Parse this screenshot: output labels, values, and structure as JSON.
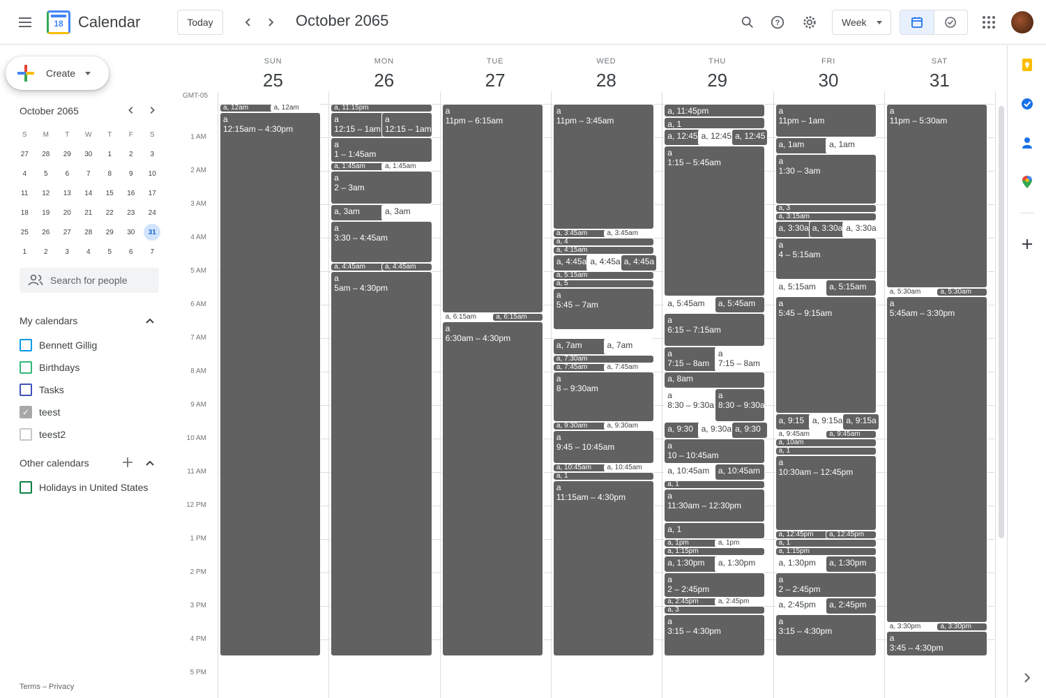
{
  "header": {
    "app_title": "Calendar",
    "logo_day": "18",
    "today_label": "Today",
    "period": "October 2065",
    "view": "Week"
  },
  "sidebar": {
    "create_label": "Create",
    "mini_month": "October 2065",
    "weekday_initials": [
      "S",
      "M",
      "T",
      "W",
      "T",
      "F",
      "S"
    ],
    "weeks": [
      [
        "27",
        "28",
        "29",
        "30",
        "1",
        "2",
        "3"
      ],
      [
        "4",
        "5",
        "6",
        "7",
        "8",
        "9",
        "10"
      ],
      [
        "11",
        "12",
        "13",
        "14",
        "15",
        "16",
        "17"
      ],
      [
        "18",
        "19",
        "20",
        "21",
        "22",
        "23",
        "24"
      ],
      [
        "25",
        "26",
        "27",
        "28",
        "29",
        "30",
        "31"
      ],
      [
        "1",
        "2",
        "3",
        "4",
        "5",
        "6",
        "7"
      ]
    ],
    "today_date": "31",
    "people_search_placeholder": "Search for people",
    "my_calendars_title": "My calendars",
    "my_calendars": [
      {
        "name": "Bennett Gillig",
        "color": "#039be5",
        "checked": false
      },
      {
        "name": "Birthdays",
        "color": "#33b679",
        "checked": false
      },
      {
        "name": "Tasks",
        "color": "#3f51b5",
        "checked": false
      },
      {
        "name": "teest",
        "color": "#a8a8a8",
        "checked": true
      },
      {
        "name": "teest2",
        "color": "#c8c8c8",
        "checked": false
      }
    ],
    "other_calendars_title": "Other calendars",
    "other_calendars": [
      {
        "name": "Holidays in United States",
        "color": "#0b8043",
        "checked": false
      }
    ],
    "footer": "Terms – Privacy"
  },
  "week": {
    "timezone": "GMT-05",
    "days": [
      {
        "name": "SUN",
        "num": "25"
      },
      {
        "name": "MON",
        "num": "26"
      },
      {
        "name": "TUE",
        "num": "27"
      },
      {
        "name": "WED",
        "num": "28"
      },
      {
        "name": "THU",
        "num": "29"
      },
      {
        "name": "FRI",
        "num": "30"
      },
      {
        "name": "SAT",
        "num": "31"
      }
    ],
    "hours": [
      "1 AM",
      "2 AM",
      "3 AM",
      "4 AM",
      "5 AM",
      "6 AM",
      "7 AM",
      "8 AM",
      "9 AM",
      "10 AM",
      "11 AM",
      "12 PM",
      "1 PM",
      "2 PM",
      "3 PM",
      "4 PM",
      "5 PM"
    ]
  },
  "events": [
    {
      "day": 0,
      "start": 0,
      "end": 0.25,
      "title": "a, 12am"
    },
    {
      "day": 0,
      "start": 0,
      "end": 0.25,
      "title": "a, 12am",
      "white": true,
      "half": 1
    },
    {
      "day": 0,
      "start": 0.25,
      "end": 16.5,
      "title": "a",
      "time": "12:15am – 4:30pm"
    },
    {
      "day": 1,
      "start": 0,
      "end": 0.25,
      "title": "a, 11:15pm"
    },
    {
      "day": 1,
      "start": 0.25,
      "end": 1,
      "title": "a",
      "time": "12:15 – 1am",
      "half": 0
    },
    {
      "day": 1,
      "start": 0.25,
      "end": 1,
      "title": "a",
      "time": "12:15 – 1am",
      "half": 1
    },
    {
      "day": 1,
      "start": 1,
      "end": 1.75,
      "title": "a",
      "time": "1 – 1:45am"
    },
    {
      "day": 1,
      "start": 1.75,
      "end": 2,
      "title": "a, 1:45am",
      "half": 0
    },
    {
      "day": 1,
      "start": 1.75,
      "end": 2,
      "title": "a, 1:45am",
      "white": true,
      "half": 1
    },
    {
      "day": 1,
      "start": 2,
      "end": 3,
      "title": "a",
      "time": "2 – 3am"
    },
    {
      "day": 1,
      "start": 3,
      "end": 3.5,
      "title": "a, 3am",
      "half": 0
    },
    {
      "day": 1,
      "start": 3,
      "end": 3.5,
      "title": "a, 3am",
      "white": true,
      "half": 1
    },
    {
      "day": 1,
      "start": 3.5,
      "end": 4.75,
      "title": "a",
      "time": "3:30 – 4:45am"
    },
    {
      "day": 1,
      "start": 4.75,
      "end": 5,
      "title": "a, 4:45am",
      "half": 0
    },
    {
      "day": 1,
      "start": 4.75,
      "end": 5,
      "title": "a, 4:45am",
      "half": 1
    },
    {
      "day": 1,
      "start": 5,
      "end": 16.5,
      "title": "a",
      "time": "5am – 4:30pm"
    },
    {
      "day": 2,
      "start": 0,
      "end": 6.25,
      "title": "a",
      "time": "11pm – 6:15am"
    },
    {
      "day": 2,
      "start": 6.25,
      "end": 6.5,
      "title": "a, 6:15am",
      "white": true,
      "half": 0
    },
    {
      "day": 2,
      "start": 6.25,
      "end": 6.5,
      "title": "a, 6:15am",
      "half": 1
    },
    {
      "day": 2,
      "start": 6.5,
      "end": 16.5,
      "title": "a",
      "time": "6:30am – 4:30pm"
    },
    {
      "day": 3,
      "start": 0,
      "end": 3.75,
      "title": "a",
      "time": "11pm – 3:45am"
    },
    {
      "day": 3,
      "start": 3.75,
      "end": 4,
      "title": "a, 3:45am",
      "half": 0
    },
    {
      "day": 3,
      "start": 3.75,
      "end": 4,
      "title": "a, 3:45am",
      "white": true,
      "half": 1
    },
    {
      "day": 3,
      "start": 4,
      "end": 4.25,
      "title": "a, 4"
    },
    {
      "day": 3,
      "start": 4.25,
      "end": 4.5,
      "title": "a, 4:15am"
    },
    {
      "day": 3,
      "start": 4.5,
      "end": 5,
      "title": "a, 4:45a",
      "third": 0
    },
    {
      "day": 3,
      "start": 4.5,
      "end": 5,
      "title": "a, 4:45a",
      "white": true,
      "third": 1
    },
    {
      "day": 3,
      "start": 4.5,
      "end": 5,
      "title": "a, 4:45a",
      "third": 2
    },
    {
      "day": 3,
      "start": 5,
      "end": 5.25,
      "title": "a, 5:15am"
    },
    {
      "day": 3,
      "start": 5.25,
      "end": 5.5,
      "title": "a, 5"
    },
    {
      "day": 3,
      "start": 5.5,
      "end": 6.75,
      "title": "a",
      "time": "5:45 – 7am"
    },
    {
      "day": 3,
      "start": 7,
      "end": 7.5,
      "title": "a, 7am",
      "half": 0
    },
    {
      "day": 3,
      "start": 7,
      "end": 7.5,
      "title": "a, 7am",
      "white": true,
      "half": 1
    },
    {
      "day": 3,
      "start": 7.5,
      "end": 7.75,
      "title": "a, 7:30am"
    },
    {
      "day": 3,
      "start": 7.75,
      "end": 8,
      "title": "a, 7:45am",
      "half": 0
    },
    {
      "day": 3,
      "start": 7.75,
      "end": 8,
      "title": "a, 7:45am",
      "white": true,
      "half": 1
    },
    {
      "day": 3,
      "start": 8,
      "end": 9.5,
      "title": "a",
      "time": "8 – 9:30am"
    },
    {
      "day": 3,
      "start": 9.5,
      "end": 9.75,
      "title": "a, 9:30am",
      "half": 0
    },
    {
      "day": 3,
      "start": 9.5,
      "end": 9.75,
      "title": "a, 9:30am",
      "white": true,
      "half": 1
    },
    {
      "day": 3,
      "start": 9.75,
      "end": 10.75,
      "title": "a",
      "time": "9:45 – 10:45am"
    },
    {
      "day": 3,
      "start": 10.75,
      "end": 11,
      "title": "a, 10:45am",
      "half": 0
    },
    {
      "day": 3,
      "start": 10.75,
      "end": 11,
      "title": "a, 10:45am",
      "white": true,
      "half": 1
    },
    {
      "day": 3,
      "start": 11,
      "end": 11.25,
      "title": "a, 1"
    },
    {
      "day": 3,
      "start": 11.25,
      "end": 16.5,
      "title": "a",
      "time": "11:15am – 4:30pm"
    },
    {
      "day": 4,
      "start": 0,
      "end": 0.4,
      "title": "a, 11:45pm"
    },
    {
      "day": 4,
      "start": 0.4,
      "end": 0.75,
      "title": "a, 1"
    },
    {
      "day": 4,
      "start": 0.75,
      "end": 1.25,
      "title": "a, 12:45",
      "third": 0
    },
    {
      "day": 4,
      "start": 0.75,
      "end": 1.25,
      "title": "a, 12:45",
      "white": true,
      "third": 1
    },
    {
      "day": 4,
      "start": 0.75,
      "end": 1.25,
      "title": "a, 12:45",
      "third": 2
    },
    {
      "day": 4,
      "start": 1.25,
      "end": 5.75,
      "title": "a",
      "time": "1:15 – 5:45am"
    },
    {
      "day": 4,
      "start": 5.75,
      "end": 6.25,
      "title": "a, 5:45am",
      "white": true,
      "half": 0
    },
    {
      "day": 4,
      "start": 5.75,
      "end": 6.25,
      "title": "a, 5:45am",
      "half": 1
    },
    {
      "day": 4,
      "start": 6.25,
      "end": 7.25,
      "title": "a",
      "time": "6:15 – 7:15am"
    },
    {
      "day": 4,
      "start": 7.25,
      "end": 8,
      "title": "a",
      "time": "7:15 – 8am",
      "half": 0
    },
    {
      "day": 4,
      "start": 7.25,
      "end": 8,
      "title": "a",
      "time": "7:15 – 8am",
      "white": true,
      "half": 1
    },
    {
      "day": 4,
      "start": 8,
      "end": 8.5,
      "title": "a, 8am"
    },
    {
      "day": 4,
      "start": 8.5,
      "end": 9.5,
      "title": "a",
      "time": "8:30 – 9:30a",
      "white": true,
      "half": 0
    },
    {
      "day": 4,
      "start": 8.5,
      "end": 9.5,
      "title": "a",
      "time": "8:30 – 9:30a",
      "half": 1
    },
    {
      "day": 4,
      "start": 9.5,
      "end": 10,
      "title": "a, 9:30",
      "third": 0
    },
    {
      "day": 4,
      "start": 9.5,
      "end": 10,
      "title": "a, 9:30a",
      "white": true,
      "third": 1
    },
    {
      "day": 4,
      "start": 9.5,
      "end": 10,
      "title": "a, 9:30",
      "third": 2
    },
    {
      "day": 4,
      "start": 10,
      "end": 10.75,
      "title": "a",
      "time": "10 – 10:45am"
    },
    {
      "day": 4,
      "start": 10.75,
      "end": 11.25,
      "title": "a, 10:45am",
      "white": true,
      "half": 0
    },
    {
      "day": 4,
      "start": 10.75,
      "end": 11.25,
      "title": "a, 10:45am",
      "half": 1
    },
    {
      "day": 4,
      "start": 11.25,
      "end": 11.5,
      "title": "a, 1"
    },
    {
      "day": 4,
      "start": 11.5,
      "end": 12.5,
      "title": "a",
      "time": "11:30am – 12:30pm"
    },
    {
      "day": 4,
      "start": 12.5,
      "end": 13,
      "title": "a, 1"
    },
    {
      "day": 4,
      "start": 13,
      "end": 13.25,
      "title": "a, 1pm",
      "half": 0
    },
    {
      "day": 4,
      "start": 13,
      "end": 13.25,
      "title": "a, 1pm",
      "white": true,
      "half": 1
    },
    {
      "day": 4,
      "start": 13.25,
      "end": 13.5,
      "title": "a, 1:15pm"
    },
    {
      "day": 4,
      "start": 13.5,
      "end": 14,
      "title": "a, 1:30pm",
      "half": 0
    },
    {
      "day": 4,
      "start": 13.5,
      "end": 14,
      "title": "a, 1:30pm",
      "white": true,
      "half": 1
    },
    {
      "day": 4,
      "start": 14,
      "end": 14.75,
      "title": "a",
      "time": "2 – 2:45pm"
    },
    {
      "day": 4,
      "start": 14.75,
      "end": 15,
      "title": "a, 2:45pm",
      "half": 0
    },
    {
      "day": 4,
      "start": 14.75,
      "end": 15,
      "title": "a, 2:45pm",
      "white": true,
      "half": 1
    },
    {
      "day": 4,
      "start": 15,
      "end": 15.25,
      "title": "a, 3"
    },
    {
      "day": 4,
      "start": 15.25,
      "end": 16.5,
      "title": "a",
      "time": "3:15 – 4:30pm"
    },
    {
      "day": 5,
      "start": 0,
      "end": 1,
      "title": "a",
      "time": "11pm – 1am"
    },
    {
      "day": 5,
      "start": 1,
      "end": 1.5,
      "title": "a, 1am",
      "half": 0
    },
    {
      "day": 5,
      "start": 1,
      "end": 1.5,
      "title": "a, 1am",
      "white": true,
      "half": 1
    },
    {
      "day": 5,
      "start": 1.5,
      "end": 3,
      "title": "a",
      "time": "1:30 – 3am"
    },
    {
      "day": 5,
      "start": 3,
      "end": 3.25,
      "title": "a, 3"
    },
    {
      "day": 5,
      "start": 3.25,
      "end": 3.5,
      "title": "a, 3:15am"
    },
    {
      "day": 5,
      "start": 3.5,
      "end": 4,
      "title": "a, 3:30a",
      "third": 0
    },
    {
      "day": 5,
      "start": 3.5,
      "end": 4,
      "title": "a, 3:30a",
      "third": 1
    },
    {
      "day": 5,
      "start": 3.5,
      "end": 4,
      "title": "a, 3:30a",
      "white": true,
      "third": 2
    },
    {
      "day": 5,
      "start": 4,
      "end": 5.25,
      "title": "a",
      "time": "4 – 5:15am"
    },
    {
      "day": 5,
      "start": 5.25,
      "end": 5.75,
      "title": "a, 5:15am",
      "white": true,
      "half": 0
    },
    {
      "day": 5,
      "start": 5.25,
      "end": 5.75,
      "title": "a, 5:15am",
      "half": 1
    },
    {
      "day": 5,
      "start": 5.75,
      "end": 9.25,
      "title": "a",
      "time": "5:45 – 9:15am"
    },
    {
      "day": 5,
      "start": 9.25,
      "end": 9.75,
      "title": "a, 9:15",
      "third": 0
    },
    {
      "day": 5,
      "start": 9.25,
      "end": 9.75,
      "title": "a, 9:15a",
      "white": true,
      "third": 1
    },
    {
      "day": 5,
      "start": 9.25,
      "end": 9.75,
      "title": "a, 9:15a",
      "third": 2
    },
    {
      "day": 5,
      "start": 9.75,
      "end": 10,
      "title": "a, 9:45am",
      "white": true,
      "half": 0
    },
    {
      "day": 5,
      "start": 9.75,
      "end": 10,
      "title": "a, 9:45am",
      "half": 1
    },
    {
      "day": 5,
      "start": 10,
      "end": 10.25,
      "title": "a, 10am"
    },
    {
      "day": 5,
      "start": 10.25,
      "end": 10.5,
      "title": "a, 1"
    },
    {
      "day": 5,
      "start": 10.5,
      "end": 12.75,
      "title": "a",
      "time": "10:30am – 12:45pm"
    },
    {
      "day": 5,
      "start": 12.75,
      "end": 13,
      "title": "a, 12:45pm",
      "half": 0
    },
    {
      "day": 5,
      "start": 12.75,
      "end": 13,
      "title": "a, 12:45pm",
      "half": 1
    },
    {
      "day": 5,
      "start": 13,
      "end": 13.25,
      "title": "a, 1"
    },
    {
      "day": 5,
      "start": 13.25,
      "end": 13.5,
      "title": "a, 1:15pm"
    },
    {
      "day": 5,
      "start": 13.5,
      "end": 14,
      "title": "a, 1:30pm",
      "white": true,
      "half": 0
    },
    {
      "day": 5,
      "start": 13.5,
      "end": 14,
      "title": "a, 1:30pm",
      "half": 1
    },
    {
      "day": 5,
      "start": 14,
      "end": 14.75,
      "title": "a",
      "time": "2 – 2:45pm"
    },
    {
      "day": 5,
      "start": 14.75,
      "end": 15.25,
      "title": "a, 2:45pm",
      "white": true,
      "half": 0
    },
    {
      "day": 5,
      "start": 14.75,
      "end": 15.25,
      "title": "a, 2:45pm",
      "half": 1
    },
    {
      "day": 5,
      "start": 15.25,
      "end": 16.5,
      "title": "a",
      "time": "3:15 – 4:30pm"
    },
    {
      "day": 6,
      "start": 0,
      "end": 5.5,
      "title": "a",
      "time": "11pm – 5:30am"
    },
    {
      "day": 6,
      "start": 5.5,
      "end": 5.75,
      "title": "a, 5:30am",
      "white": true,
      "half": 0
    },
    {
      "day": 6,
      "start": 5.5,
      "end": 5.75,
      "title": "a, 5:30am",
      "half": 1
    },
    {
      "day": 6,
      "start": 5.75,
      "end": 15.5,
      "title": "a",
      "time": "5:45am – 3:30pm"
    },
    {
      "day": 6,
      "start": 15.5,
      "end": 15.75,
      "title": "a, 3:30pm",
      "white": true,
      "half": 0
    },
    {
      "day": 6,
      "start": 15.5,
      "end": 15.75,
      "title": "a, 3:30pm",
      "half": 1
    },
    {
      "day": 6,
      "start": 15.75,
      "end": 16.5,
      "title": "a",
      "time": "3:45 – 4:30pm"
    }
  ],
  "colors": {
    "event": "#616161",
    "accent": "#1a73e8",
    "today_bg": "#d2e3fc"
  }
}
